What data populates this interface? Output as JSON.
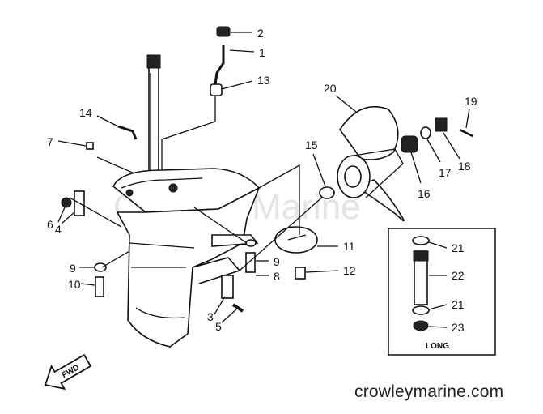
{
  "watermark": "Crowley Marine",
  "website": "crowleymarine.com",
  "fwd_label": "FWD",
  "inset_label": "LONG",
  "callouts": {
    "c1": "1",
    "c2": "2",
    "c3": "3",
    "c4": "4",
    "c5": "5",
    "c6": "6",
    "c7": "7",
    "c8": "8",
    "c9a": "9",
    "c9b": "9",
    "c10": "10",
    "c11": "11",
    "c12": "12",
    "c13": "13",
    "c14": "14",
    "c15": "15",
    "c16": "16",
    "c17": "17",
    "c18": "18",
    "c19": "19",
    "c20": "20",
    "c21a": "21",
    "c21b": "21",
    "c22": "22",
    "c23": "23"
  }
}
